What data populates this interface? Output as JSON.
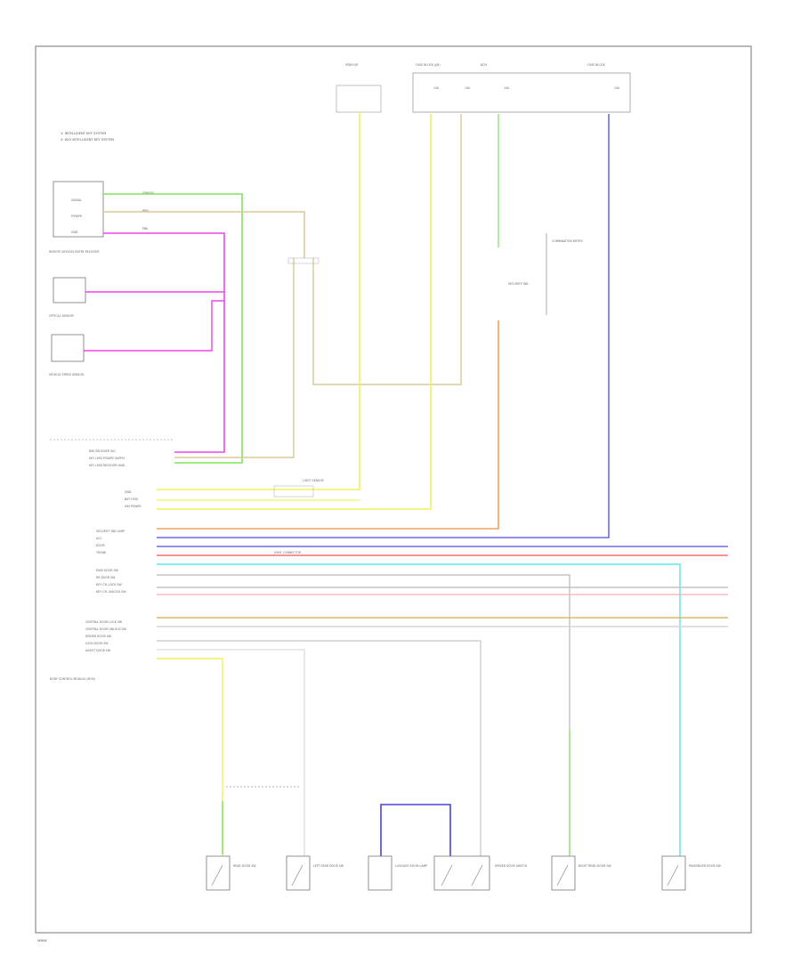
{
  "legend": {
    "items": [
      "1: INTELLIGENT KEY SYSTEM",
      "2: W/O INTELLIGENT KEY SYSTEM"
    ]
  },
  "colors": {
    "green": "#7fe35a",
    "tan": "#d8c89a",
    "magenta": "#ee44ee",
    "yellow": "#f2f25a",
    "orange": "#f5a05a",
    "blue": "#6a6ae8",
    "red": "#ee7070",
    "cyan": "#5ae6e6",
    "lightgreen": "#9ae88a",
    "grey": "#b8b8b8",
    "pink": "#f2b0b0",
    "gold": "#d8b860",
    "white": "#e6e6e6",
    "navy": "#4444dd"
  },
  "top": {
    "fuse_label": "IPDM E/R",
    "bcm_label": "BCM",
    "fuse_block_label": "FUSE BLOCK (J/B)",
    "fuse_block2_label": "FUSE BLOCK",
    "fuse_texts": [
      "10A",
      "15A",
      "10A",
      "10A"
    ]
  },
  "left": {
    "sensor_labels": [
      "REMOTE KEYLESS ENTRY RECEIVER",
      "OPTICAL SENSOR",
      "VEHICLE SPEED SENSOR"
    ],
    "pins": [
      "SIGNAL",
      "POWER",
      "GND"
    ],
    "wire_texts": [
      "GRN/YEL",
      "BRN",
      "PNK"
    ]
  },
  "bcm_pins": {
    "group1": [
      "RKE RECEIVER SIG",
      "KEY LESS POWER SUPPLY",
      "KEY LESS RECEIVER GND"
    ],
    "group2": [
      "GND",
      "BAT FUSE",
      "IGN POWER"
    ],
    "group3": [
      "SECURITY IND LAMP",
      "ACC",
      "DOOR",
      "TRUNK",
      "PASS DOOR SW",
      "RR DOOR SW",
      "KEY CYL LOCK SW",
      "KEY CYL UNLOCK SW"
    ],
    "group4": [
      "CENTRAL DOOR LOCK SW",
      "CENTRAL DOOR UNLOCK SW",
      "DRIVER DOOR SW",
      "LOCK DOOR SW",
      "ASSIST DOOR SW"
    ],
    "footer": "BODY CONTROL MODULE (BCM)"
  },
  "bottom": {
    "switches": [
      "REAR DOOR SW",
      "LEFT REAR DOOR SW",
      "LUGGAGE ROOM LAMP",
      "DRIVER DOOR SWITCH",
      "RIGHT REAR DOOR SW",
      "PASSENGER DOOR SW"
    ]
  },
  "inline_labels": {
    "security": "SECURITY IND",
    "combination_meter": "COMBINATION METER",
    "light_sensor": "LIGHT SENSOR",
    "joint_connector": "JOINT CONNECTOR"
  },
  "footer": {
    "page": "WWW"
  }
}
